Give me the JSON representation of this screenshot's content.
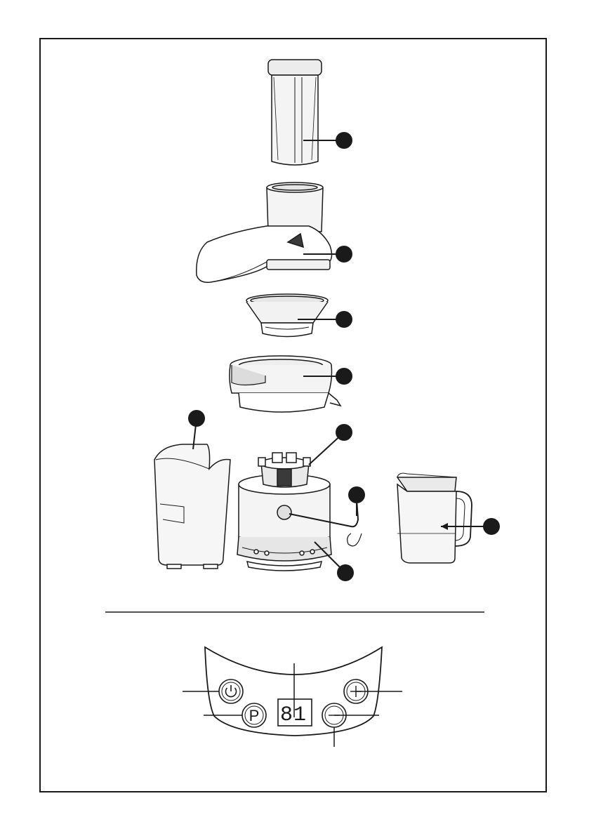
{
  "control_panel": {
    "power_button": {
      "icon": "power-icon"
    },
    "program_button": {
      "label": "P"
    },
    "display": {
      "digits": "8",
      "indicator": "1"
    },
    "plus_button": {
      "icon": "plus-icon"
    },
    "minus_button": {
      "icon": "minus-icon"
    }
  },
  "colors": {
    "line": "#1a1a1a",
    "callout": "#1a1a1a",
    "part_fill": "#ffffff",
    "shade": "#e6e6e6",
    "dark_shade": "#cfcfcf"
  }
}
